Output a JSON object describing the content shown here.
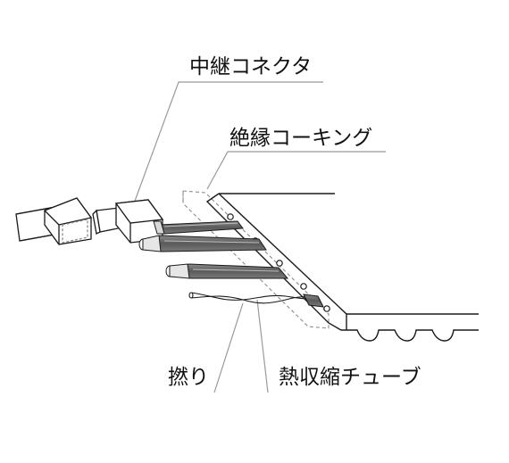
{
  "labels": {
    "relay_connector": "中継コネクタ",
    "insulation_caulking": "絶縁コーキング",
    "twist": "撚り",
    "heat_shrink_tube": "熱収縮チューブ"
  },
  "colors": {
    "line": "#1a1a1a",
    "leader": "#9a9a9a",
    "dashed": "#8c8c8c",
    "sleeve": "#6e6e6e",
    "sleeve_dark": "#4a4a4a",
    "wire_body": "#d8d8d8",
    "background": "#ffffff"
  }
}
